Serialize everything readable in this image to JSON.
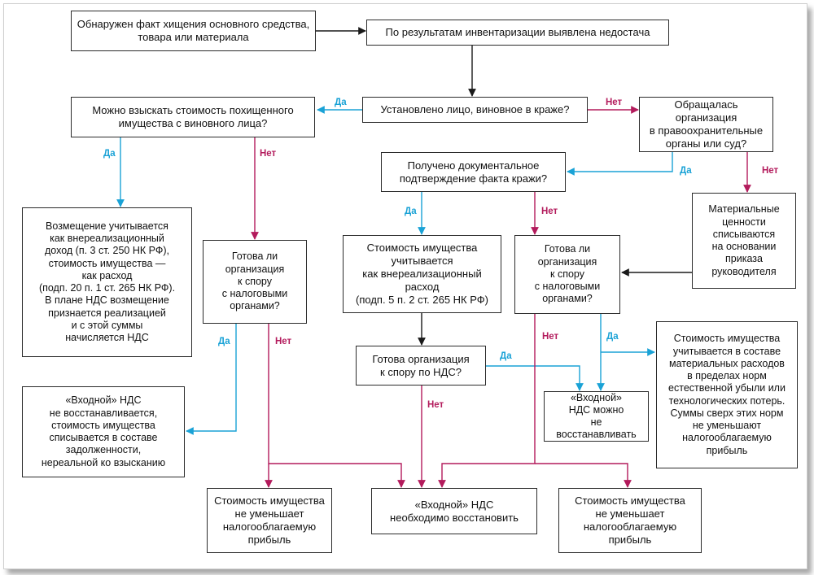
{
  "colors": {
    "yes": "#1aa2d6",
    "no": "#b31b5c",
    "neutral": "#1a1a1a",
    "border": "#2b2b2b"
  },
  "nodes": {
    "n1": "Обнаружен факт хищения основного средства,\nтовара или материала",
    "n2": "По результатам инвентаризации выявлена недостача",
    "n3": "Установлено лицо, виновное в краже?",
    "n4": "Можно взыскать стоимость похищенного\nимущества с виновного лица?",
    "n5": "Обращалась организация\nв правоохранительные\nорганы или суд?",
    "n6": "Получено документальное\nподтверждение факта кражи?",
    "n7": "Материальные\nценности\nсписываются\nна основании\nприказа\nруководителя",
    "n8": "Возмещение учитывается\nкак внереализационный\nдоход (п. 3 ст. 250 НК РФ),\nстоимость имущества —\nкак расход\n(подп. 20 п. 1 ст. 265 НК РФ).\nВ плане НДС возмещение\nпризнается реализацией\nи с этой суммы\nначисляется НДС",
    "n9": "Готова ли\nорганизация\nк спору\nс налоговыми\nорганами?",
    "n10": "Стоимость имущества\nучитывается\nкак внереализационный\nрасход\n(подп. 5 п. 2 ст. 265 НК РФ)",
    "n11": "Готова ли\nорганизация\nк спору\nс налоговыми\nорганами?",
    "n12": "Стоимость имущества\nучитывается в составе\nматериальных расходов\nв пределах норм\nестественной убыли или\nтехнологических потерь.\nСуммы сверх этих норм\nне уменьшают\nналогооблагаемую\nприбыль",
    "n13": "Готова организация\nк спору по НДС?",
    "n14": "«Входной» НДС\nне восстанавливается,\nстоимость имущества\nсписывается в составе\nзадолженности,\nнереальной ко взысканию",
    "n15": "«Входной»\nНДС можно\nне восстанавливать",
    "n16": "Стоимость имущества\nне уменьшает\nналогооблагаемую\nприбыль",
    "n17": "«Входной» НДС\nнеобходимо восстановить",
    "n18": "Стоимость имущества\nне уменьшает\nналогооблагаемую\nприбыль"
  },
  "labels": {
    "yes": "Да",
    "no": "Нет"
  }
}
